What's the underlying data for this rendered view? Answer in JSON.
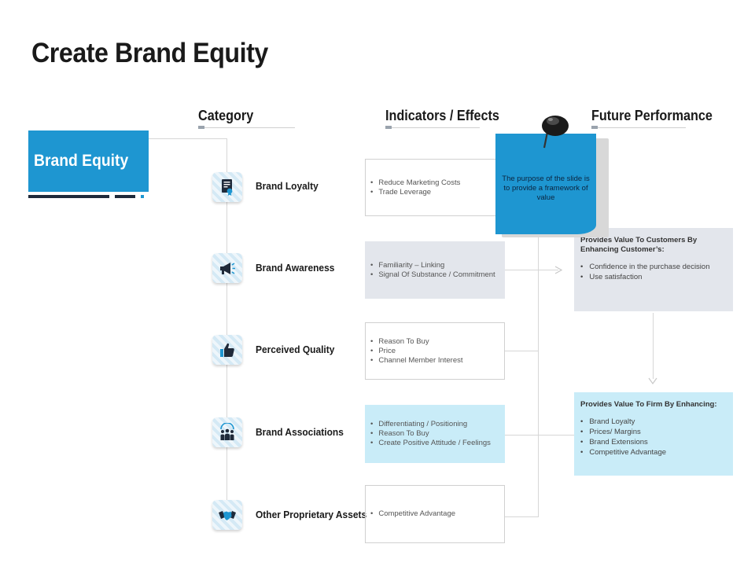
{
  "title": "Create Brand Equity",
  "columns": {
    "category": "Category",
    "indicators": "Indicators / Effects",
    "future": "Future Performance"
  },
  "brand_equity": "Brand Equity",
  "categories": [
    {
      "label": "Brand Loyalty",
      "icon": "document-award-icon"
    },
    {
      "label": "Brand Awareness",
      "icon": "megaphone-icon"
    },
    {
      "label": "Perceived Quality",
      "icon": "thumbs-up-icon"
    },
    {
      "label": "Brand Associations",
      "icon": "people-group-icon"
    },
    {
      "label": "Other Proprietary Assets",
      "icon": "handshake-icon"
    }
  ],
  "indicators": [
    [
      "Reduce Marketing Costs",
      "Trade Leverage"
    ],
    [
      "Familiarity – Linking",
      "Signal Of Substance / Commitment"
    ],
    [
      "Reason To Buy",
      "Price",
      "Channel Member Interest"
    ],
    [
      "Differentiating / Positioning",
      "Reason To Buy",
      "Create Positive Attitude / Feelings"
    ],
    [
      "Competitive Advantage"
    ]
  ],
  "future": {
    "customers": {
      "heading": "Provides Value To Customers By Enhancing Customer’s:",
      "items": [
        "Confidence in the purchase decision",
        "Use satisfaction"
      ]
    },
    "firm": {
      "heading": "Provides Value To Firm By Enhancing:",
      "items": [
        "Brand Loyalty",
        "Prices/ Margins",
        "Brand Extensions",
        "Competitive  Advantage"
      ]
    }
  },
  "note": "The purpose of the slide is to provide a framework of value",
  "colors": {
    "accent": "#1e96d1",
    "grey_box": "#e3e6ec",
    "light_blue_box": "#c9ecf8",
    "dark": "#1f2a3a"
  }
}
